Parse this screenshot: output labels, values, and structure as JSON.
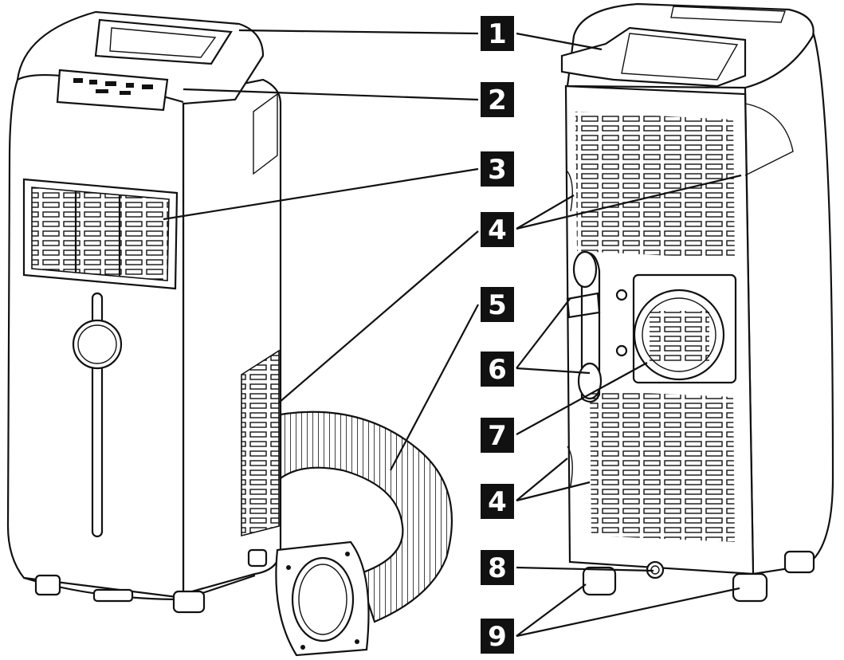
{
  "callouts": [
    {
      "id": "1",
      "label": "1"
    },
    {
      "id": "2",
      "label": "2"
    },
    {
      "id": "3",
      "label": "3"
    },
    {
      "id": "4a",
      "label": "4"
    },
    {
      "id": "5",
      "label": "5"
    },
    {
      "id": "6",
      "label": "6"
    },
    {
      "id": "7",
      "label": "7"
    },
    {
      "id": "4b",
      "label": "4"
    },
    {
      "id": "8",
      "label": "8"
    },
    {
      "id": "9",
      "label": "9"
    }
  ],
  "colors": {
    "ink": "#111111",
    "paper": "#ffffff"
  }
}
